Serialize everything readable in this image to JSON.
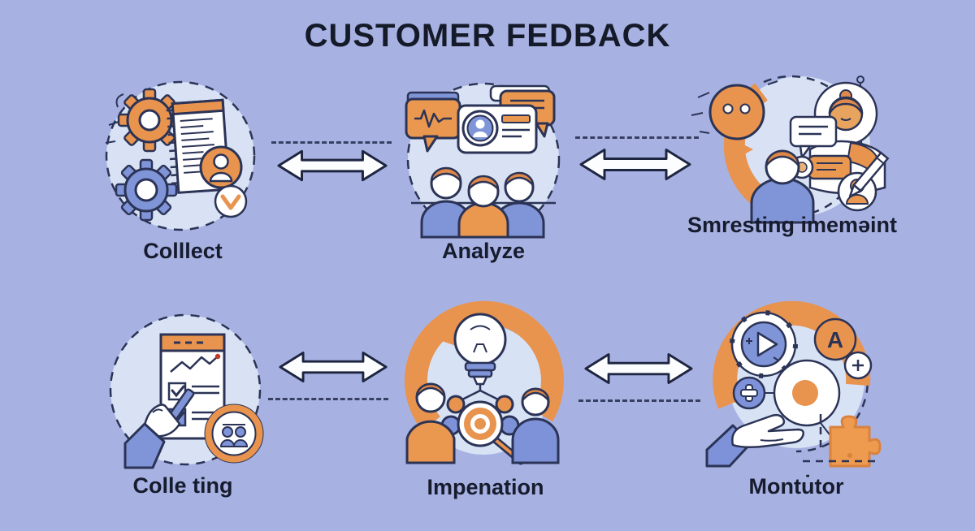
{
  "title": "CUSTOMER FEDBACK",
  "palette": {
    "background": "#a8b2e2",
    "circle_fill": "#d8e2f4",
    "outline": "#2b3356",
    "orange": "#e8934e",
    "blue": "#8095d8",
    "text": "#161b2e",
    "arrow_fill": "#fcfdff"
  },
  "steps": [
    {
      "label": "Colllect",
      "icon": "gears-notepad-illustration"
    },
    {
      "label": "Analyze",
      "icon": "people-profile-card-chat-illustration"
    },
    {
      "label": "Smresting imeməint",
      "icon": "discussion-feedback-illustration"
    },
    {
      "label": "Colle ting",
      "icon": "checklist-hand-pen-illustration"
    },
    {
      "label": "Impenation",
      "icon": "lightbulb-cycle-magnifier-illustration"
    },
    {
      "label": "Montu̇tor",
      "icon": "monitor-hand-puzzle-illustration",
      "badge_letter": "A"
    }
  ],
  "connectors": {
    "type": "double-headed-arrow",
    "count": 4,
    "accent_dashes": "dashed-line"
  }
}
